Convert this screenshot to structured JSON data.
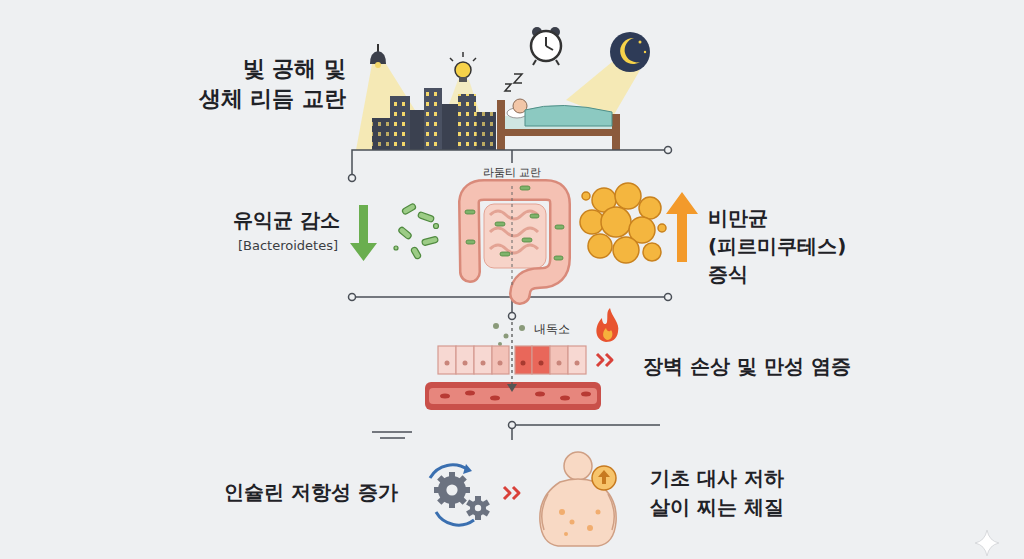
{
  "diagram": {
    "labels": [
      "빛 공해 및 생체 리듬 교란",
      "라둠티 교란",
      "유익균 감소",
      "[Bacteroidetes]",
      "비만균 (피르미쿠테스) 증식",
      "내독소",
      "장벽 손상 및 만성 염증",
      "인슐린 저항성 증가",
      "기초 대사 저하 살이 찌는 체질"
    ]
  }
}
